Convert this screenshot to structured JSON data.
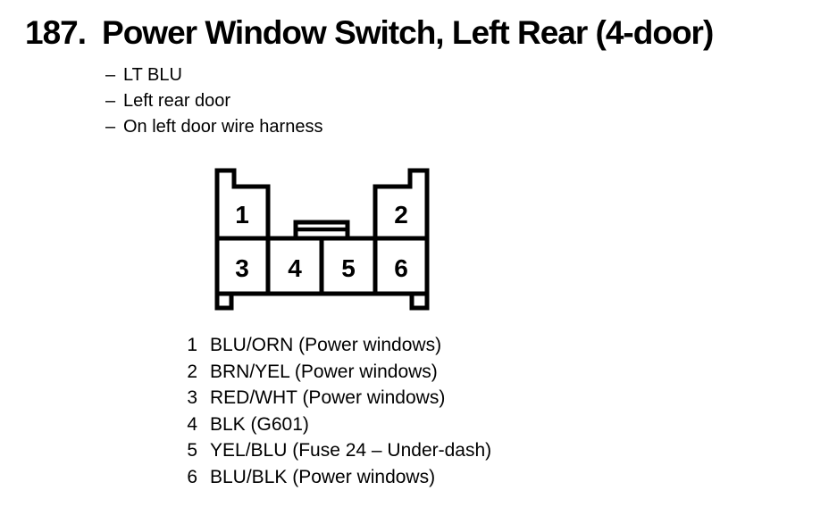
{
  "header": {
    "number": "187.",
    "title": "Power Window Switch, Left Rear (4-door)"
  },
  "notes": {
    "marker": "–",
    "items": [
      "LT BLU",
      "Left rear door",
      "On left door wire harness"
    ]
  },
  "connector": {
    "pin_numbers": [
      "1",
      "2",
      "3",
      "4",
      "5",
      "6"
    ]
  },
  "pin_list": [
    {
      "number": "1",
      "description": "BLU/ORN (Power windows)"
    },
    {
      "number": "2",
      "description": "BRN/YEL (Power windows)"
    },
    {
      "number": "3",
      "description": "RED/WHT (Power windows)"
    },
    {
      "number": "4",
      "description": "BLK (G601)"
    },
    {
      "number": "5",
      "description": "YEL/BLU (Fuse 24 – Under-dash)"
    },
    {
      "number": "6",
      "description": "BLU/BLK (Power windows)"
    }
  ],
  "colors": {
    "ink": "#000000",
    "paper": "#ffffff"
  }
}
